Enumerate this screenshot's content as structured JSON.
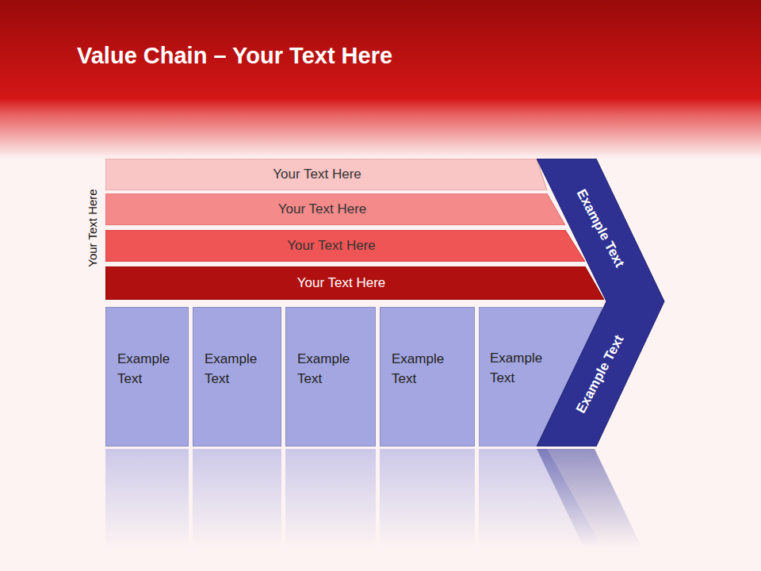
{
  "diagram": {
    "title": "Value Chain – Your Text Here",
    "nodes": [
      {
        "text": [
          "Your Text Here"
        ]
      },
      {
        "text": [
          "Your Text Here"
        ]
      },
      {
        "text": [
          "Your Text Here"
        ]
      },
      {
        "text": [
          "Your Text Here"
        ]
      },
      {
        "text": [
          "Example Text"
        ]
      },
      {
        "text": [
          "Example Text"
        ]
      },
      {
        "text": [
          "Example Text"
        ]
      },
      {
        "text": [
          "Example Text"
        ]
      },
      {
        "text": [
          "Example Text"
        ]
      },
      {
        "text": [
          "Example Text",
          "Example Text"
        ]
      }
    ],
    "labels": [
      "Your Text Here"
    ]
  }
}
